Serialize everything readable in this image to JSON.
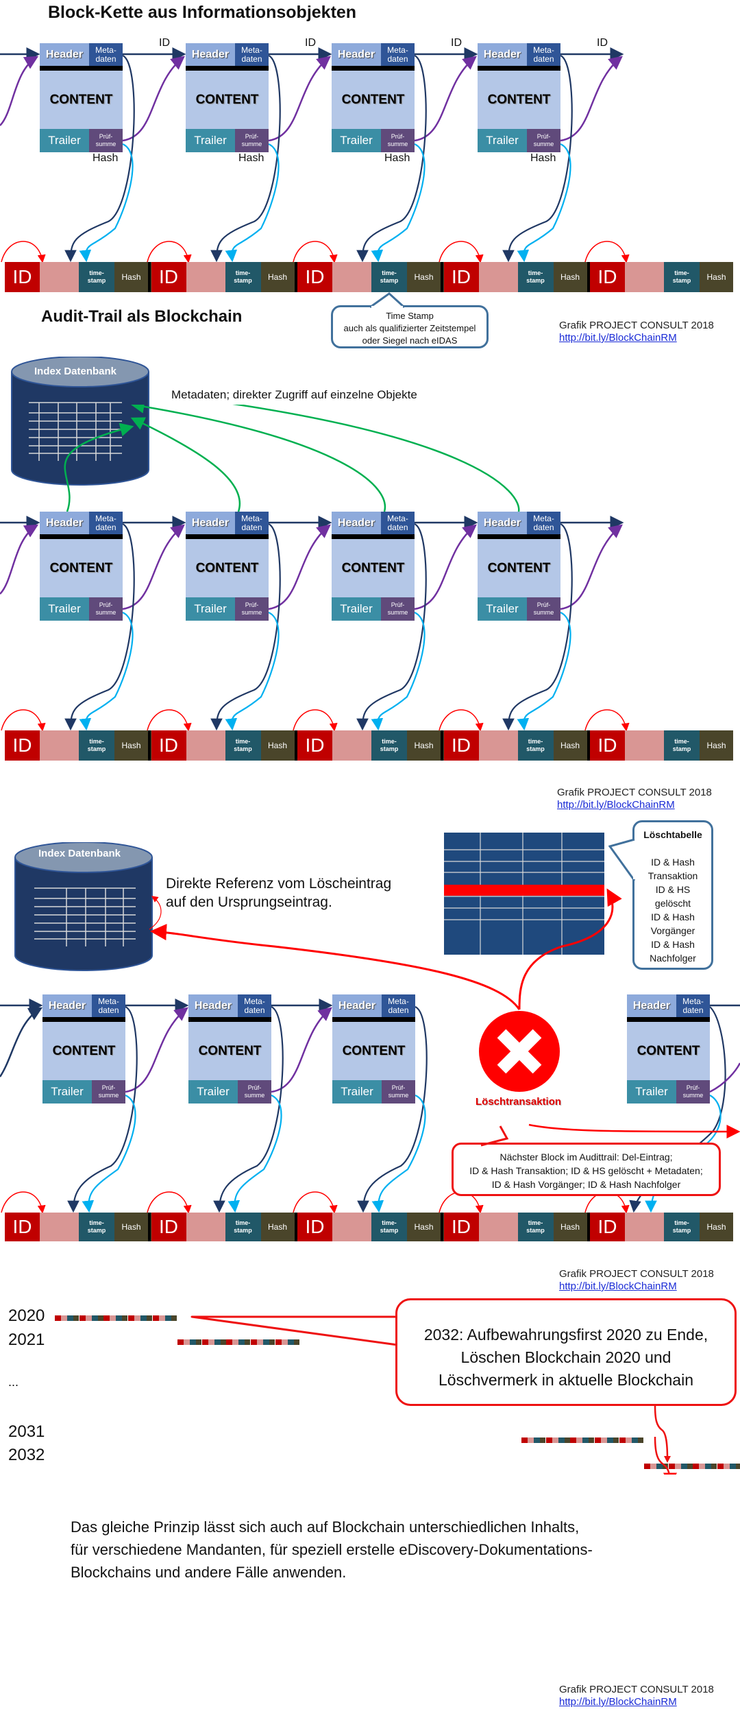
{
  "section1": {
    "title": "Block-Kette aus Informationsobjekten",
    "id_label": "ID",
    "hash_label": "Hash",
    "callout_timestamp": [
      "Time Stamp",
      "auch als qualifizierter Zeitstempel",
      "oder Siegel nach eIDAS"
    ]
  },
  "block": {
    "header": "Header",
    "metadata": "Meta-\ndaten",
    "content": "CONTENT",
    "trailer": "Trailer",
    "checksum": "Prüf-\nsumme"
  },
  "chain_segment": {
    "id": "ID",
    "timestamp": "time-\nstamp",
    "hash": "Hash"
  },
  "section2": {
    "title": "Audit-Trail als Blockchain",
    "db_label": "Index Datenbank",
    "metadata_note": "Metadaten; direkter Zugriff auf einzelne Objekte"
  },
  "section3": {
    "db_label": "Index Datenbank",
    "reference_note": [
      "Direkte Referenz vom Löscheintrag",
      "auf den Ursprungseintrag."
    ],
    "delete_table_callout": {
      "title": "Löschtabelle",
      "lines": [
        "ID & Hash",
        "Transaktion",
        "ID & HS",
        "gelöscht",
        "ID & Hash",
        "Vorgänger",
        "ID & Hash",
        "Nachfolger"
      ]
    },
    "delete_transaction_label": "Löschtransaktion",
    "next_block_callout": [
      "Nächster Block im Audittrail: Del-Eintrag;",
      "ID & Hash Transaktion; ID & HS gelöscht + Metadaten;",
      "ID & Hash Vorgänger; ID & Hash Nachfolger"
    ]
  },
  "section4": {
    "years": [
      "2020",
      "2021",
      "...",
      "2031",
      "2032"
    ],
    "callout": [
      "2032: Aufbewahrungsfirst 2020 zu Ende,",
      "Löschen Blockchain 2020 und",
      "Löschvermerk in aktuelle Blockchain"
    ],
    "summary": [
      "Das gleiche Prinzip lässt sich auch auf Blockchain unterschiedlichen Inhalts,",
      "für verschiedene Mandanten, für speziell erstelle eDiscovery-Dokumentations-",
      "Blockchains und andere Fälle anwenden."
    ]
  },
  "credit": {
    "text": "Grafik PROJECT CONSULT 2018",
    "link": "http://bit.ly/BlockChainRM"
  },
  "colors": {
    "id_red": "#c00000",
    "pink": "#d99694",
    "timestamp_teal": "#215868",
    "hash_olive": "#4a452a",
    "header_blue": "#8eaadb",
    "metadata_blue": "#2f5597",
    "content_blue": "#b4c7e7",
    "trailer_teal": "#3b8ea5",
    "checksum_purple": "#604a7b",
    "db_navy": "#1f3864",
    "delete_red": "#ff0000",
    "link_green": "#00b050"
  }
}
